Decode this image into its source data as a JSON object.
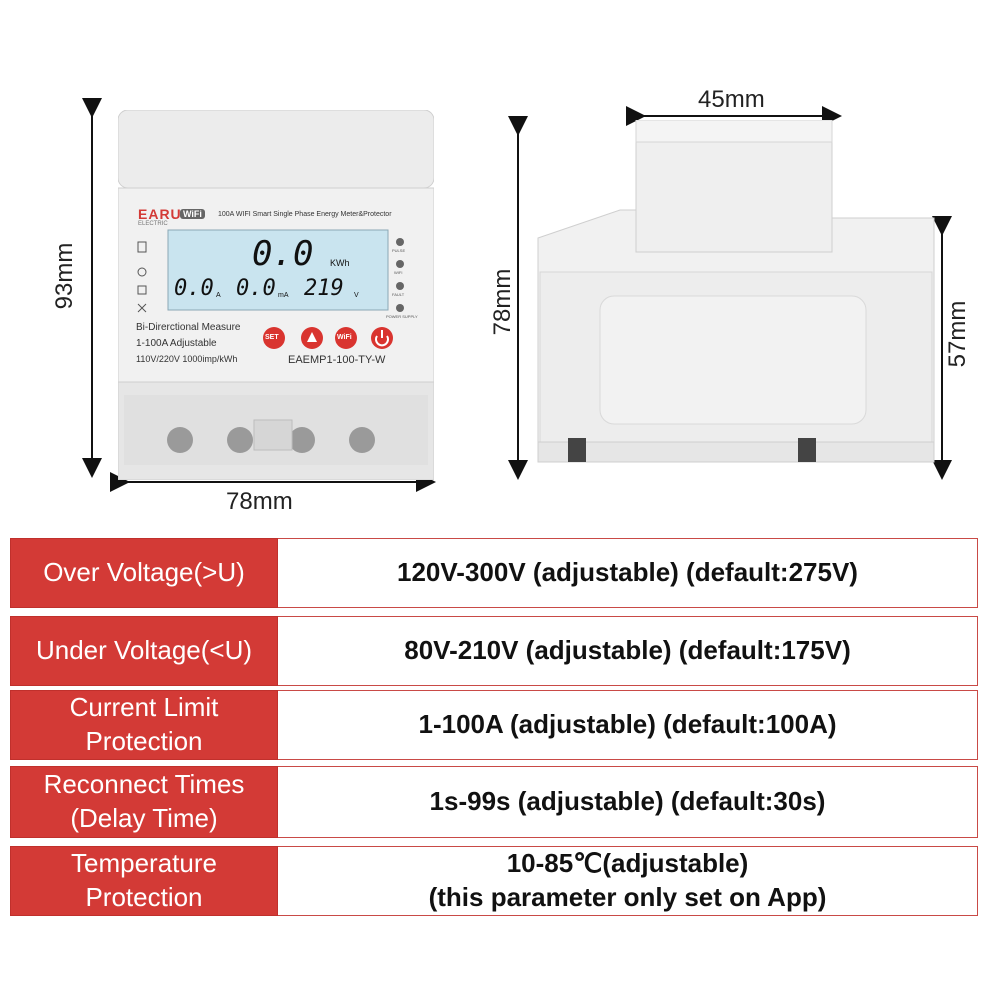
{
  "dimensions": {
    "front_height": "93mm",
    "front_width": "78mm",
    "side_top_width": "45mm",
    "side_height": "78mm",
    "side_lower_height": "57mm"
  },
  "meter": {
    "brand": "EARU",
    "brand_sub": "ELECTRIC",
    "wifi_badge": "WiFi",
    "product_title": "100A WIFI Smart Single Phase Energy Meter&Protector",
    "lcd_energy": "0.0",
    "lcd_energy_unit": "KWh",
    "lcd_current": "0.0",
    "lcd_current_unit": "A",
    "lcd_leak": "0.0",
    "lcd_leak_unit": "mA",
    "lcd_voltage": "219",
    "lcd_voltage_unit": "V",
    "indicators": [
      "PULSE",
      "WIFI",
      "FAULT",
      "POWER SUPPLY"
    ],
    "desc_line1": "Bi-Direrctional Measure",
    "desc_line2": "1-100A  Adjustable",
    "desc_line3": "110V/220V 1000imp/kWh",
    "model": "EAEMP1-100-TY-W",
    "buttons": {
      "set": "SET",
      "wifi": "WiFi"
    }
  },
  "specs": [
    {
      "label": [
        "Over Voltage(>U)"
      ],
      "value": [
        "120V-300V (adjustable) (default:275V)"
      ]
    },
    {
      "label": [
        "Under Voltage(<U)"
      ],
      "value": [
        "80V-210V (adjustable) (default:175V)"
      ]
    },
    {
      "label": [
        "Current Limit",
        "Protection"
      ],
      "value": [
        "1-100A (adjustable) (default:100A)"
      ]
    },
    {
      "label": [
        "Reconnect Times",
        "(Delay Time)"
      ],
      "value": [
        "1s-99s (adjustable) (default:30s)"
      ]
    },
    {
      "label": [
        "Temperature",
        "Protection"
      ],
      "value": [
        "10-85℃(adjustable)",
        "(this parameter only set on App)"
      ]
    }
  ],
  "colors": {
    "label_bg": "#d33a36",
    "border": "#c94a46",
    "lcd_bg": "#c9e4ef",
    "button_red": "#d9342f"
  }
}
